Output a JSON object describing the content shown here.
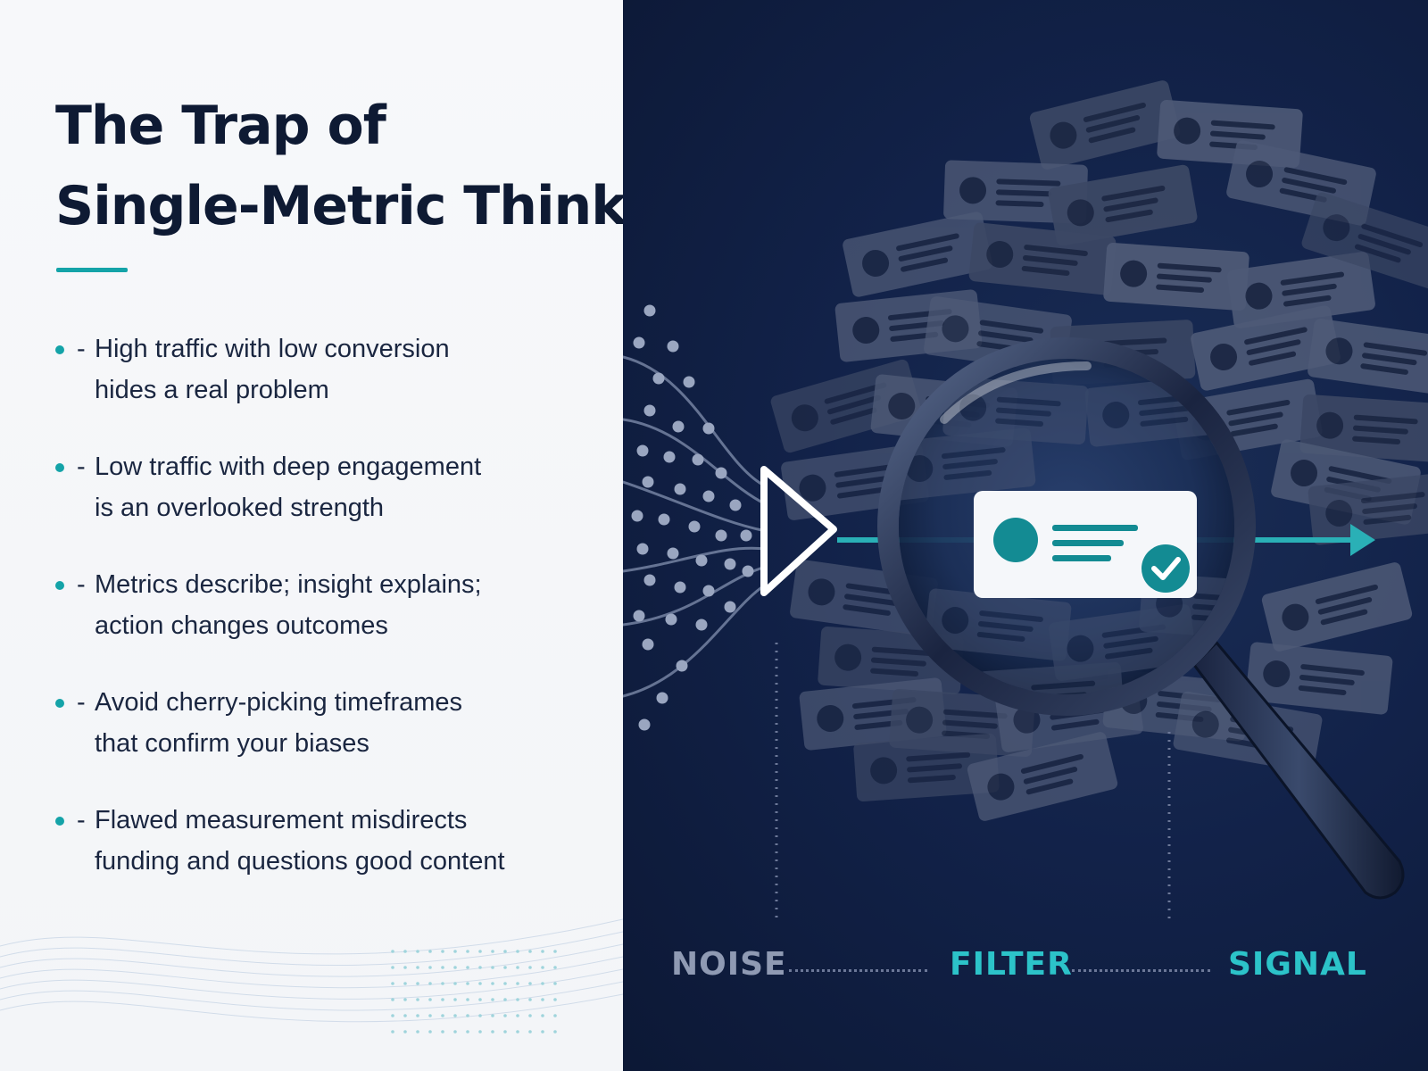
{
  "slide": {
    "title_lines": [
      "The Trap of",
      "Single-Metric Thinking"
    ],
    "bullets": [
      {
        "dash": "-",
        "lines": [
          "High traffic with low conversion",
          "hides a real problem"
        ]
      },
      {
        "dash": "-",
        "lines": [
          "Low traffic with deep engagement",
          "is an overlooked strength"
        ]
      },
      {
        "dash": "-",
        "lines": [
          "Metrics describe; insight explains;",
          "action changes outcomes"
        ]
      },
      {
        "dash": "-",
        "lines": [
          "Avoid cherry-picking timeframes",
          "that confirm your biases"
        ]
      },
      {
        "dash": "-",
        "lines": [
          "Flawed measurement misdirects",
          "funding and questions good content"
        ]
      }
    ],
    "illustration": {
      "stages": [
        "NOISE",
        "FILTER",
        "SIGNAL"
      ],
      "icons": [
        "data-card-icon",
        "magnifying-glass-icon",
        "check-circle-icon",
        "play-triangle-icon",
        "arrow-right-icon"
      ]
    },
    "colors": {
      "accent": "#14a3a8",
      "navy": "#0f1d3a",
      "text_dark": "#0e1a33",
      "card_gray": "#4a5672",
      "label_gray": "#8f9ab3"
    }
  }
}
